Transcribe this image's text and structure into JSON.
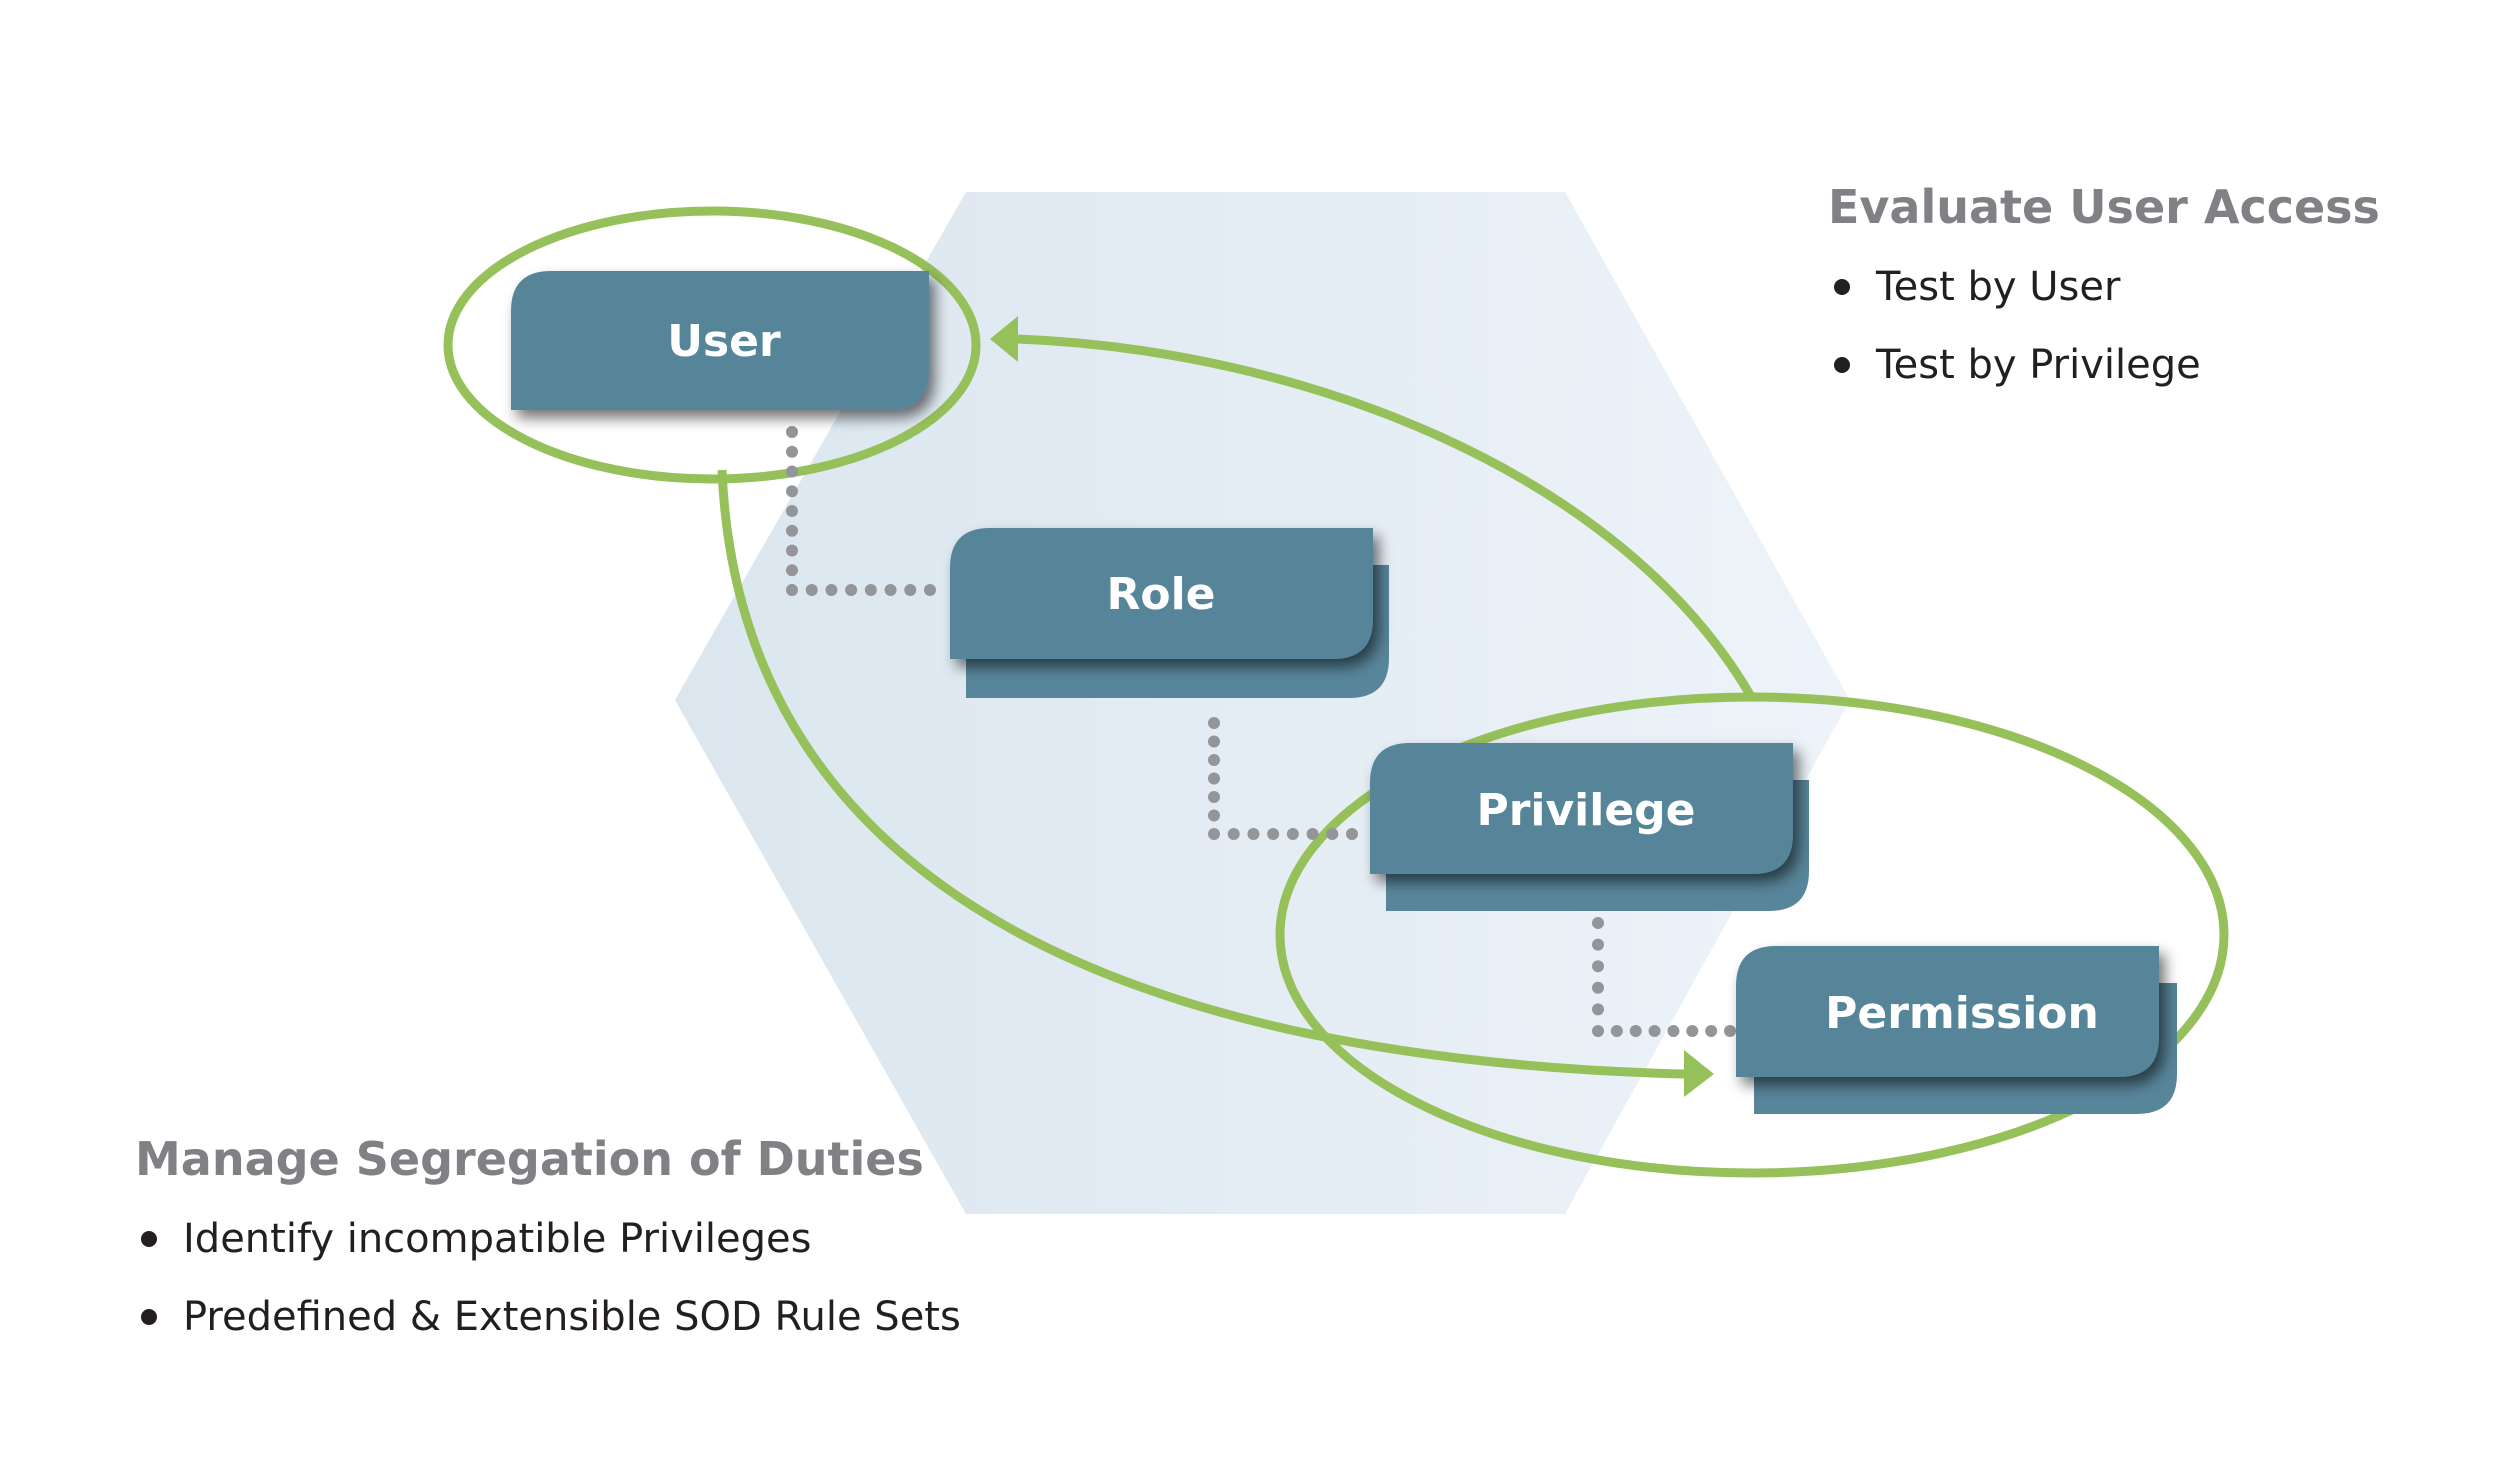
{
  "colors": {
    "box_fill": "#578599",
    "box_shadow_dark": "#2f4855",
    "ring_green": "#96c05a",
    "connector_dots": "#939598",
    "hexagon_light": "#ecf2f8",
    "hexagon_dark": "#dce7f0",
    "heading_gray": "#808184",
    "body_text": "#231f20"
  },
  "diagram": {
    "nodes": [
      {
        "id": "user",
        "label": "User"
      },
      {
        "id": "role",
        "label": "Role"
      },
      {
        "id": "privilege",
        "label": "Privilege"
      },
      {
        "id": "permission",
        "label": "Permission"
      }
    ],
    "connectors": [
      {
        "from": "user",
        "to": "role",
        "style": "dotted"
      },
      {
        "from": "role",
        "to": "privilege",
        "style": "dotted"
      },
      {
        "from": "privilege",
        "to": "permission",
        "style": "dotted"
      }
    ],
    "arrows": [
      {
        "from": "privilege-permission-group",
        "to": "user",
        "style": "green-arc"
      },
      {
        "from": "user",
        "to": "permission",
        "style": "green-arc"
      }
    ],
    "highlights": [
      {
        "around": [
          "user"
        ]
      },
      {
        "around": [
          "privilege",
          "permission"
        ]
      }
    ]
  },
  "evaluate_panel": {
    "title": "Evaluate User Access",
    "items": [
      "Test by User",
      "Test by Privilege"
    ]
  },
  "sod_panel": {
    "title": "Manage Segregation of Duties",
    "items": [
      "Identify incompatible Privileges",
      "Predefined & Extensible SOD Rule Sets"
    ]
  }
}
